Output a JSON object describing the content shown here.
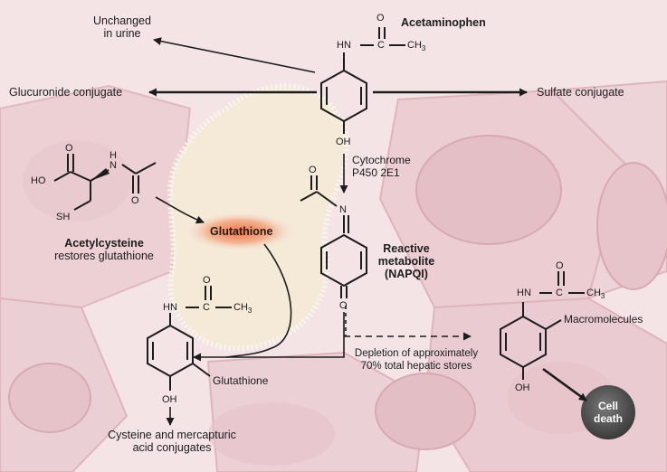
{
  "labels": {
    "acetaminophen": "Acetaminophen",
    "unchanged_urine_1": "Unchanged",
    "unchanged_urine_2": "in urine",
    "glucuronide": "Glucuronide conjugate",
    "sulfate": "Sulfate conjugate",
    "cytochrome_1": "Cytochrome",
    "cytochrome_2": "P450 2E1",
    "reactive_1": "Reactive",
    "reactive_2": "metabolite",
    "reactive_3": "(NAPQI)",
    "glutathione": "Glutathione",
    "acetylcysteine": "Acetylcysteine",
    "acetylcysteine_sub": "restores glutathione",
    "glutathione_sub": "Glutathione",
    "cysteine_1": "Cysteine and mercapturic",
    "cysteine_2": "acid conjugates",
    "macromolecules": "Macromolecules",
    "depletion_1": "Depletion of approximately",
    "depletion_2": "70% total hepatic stores",
    "cell_death_1": "Cell",
    "cell_death_2": "death"
  },
  "atoms": {
    "o": "O",
    "hn": "HN",
    "c": "C",
    "ch3": "CH",
    "ch3_sub": "3",
    "oh": "OH",
    "ho": "HO",
    "sh": "SH",
    "n": "N",
    "nh": "N",
    "h": "H"
  },
  "colors": {
    "background": "#f4e4e6",
    "cell": "#e8c6cc",
    "hepatocyte_core": "#f5ead8",
    "glutathione_glow": "#ef7b4f",
    "cell_death": "#5a5a5a",
    "ink": "#1c1c1c"
  }
}
